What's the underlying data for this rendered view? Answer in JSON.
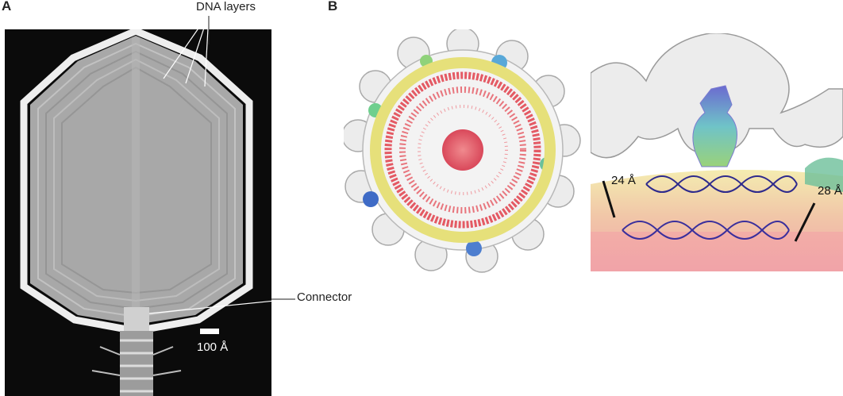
{
  "panels": {
    "a": {
      "letter": "A"
    },
    "b": {
      "letter": "B"
    }
  },
  "annotations": {
    "dna_layers": "DNA layers",
    "connector": "Connector",
    "scale_bar": "100 Å"
  },
  "detail": {
    "left_distance": "24 Å",
    "right_distance": "28 Å"
  },
  "colors": {
    "micrograph_bg": "#0b0b0b",
    "capsid_gray": "#a7a7a7",
    "shell_white": "#e6e6e6",
    "dna_red": "#e4535f",
    "inner_yellow": "#e7e27a",
    "dna_helix": "#2e2a8c"
  }
}
